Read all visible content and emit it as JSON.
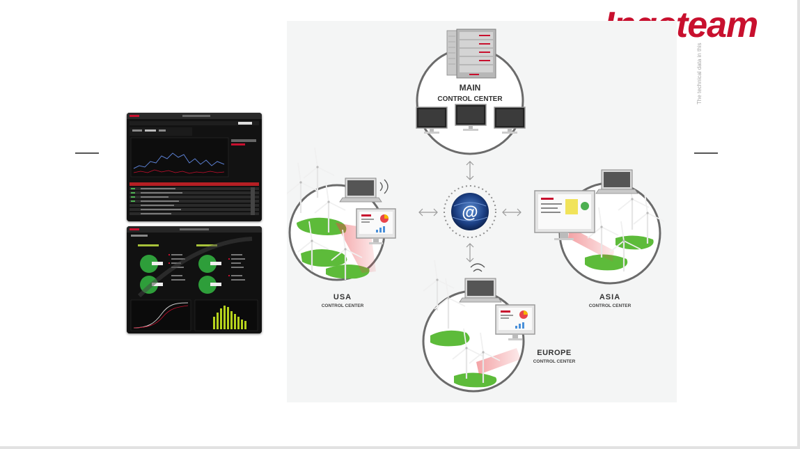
{
  "brand": {
    "logo_text": "Ingeteam",
    "color": "#c8102e"
  },
  "side_note": "The technical data in this",
  "centers": {
    "main": {
      "title": "MAIN",
      "subtitle": "CONTROL CENTER"
    },
    "usa": {
      "title": "USA",
      "subtitle": "CONTROL CENTER"
    },
    "asia": {
      "title": "ASIA",
      "subtitle": "CONTROL CENTER"
    },
    "europe": {
      "title": "EUROPE",
      "subtitle": "CONTROL CENTER"
    }
  },
  "hub": {
    "icon": "at-globe-icon",
    "symbol": "@"
  },
  "colors": {
    "grass": "#5dbb3a",
    "screen": "#1a1a1a",
    "laser": "#e8444a",
    "accent": "#c8102e"
  }
}
